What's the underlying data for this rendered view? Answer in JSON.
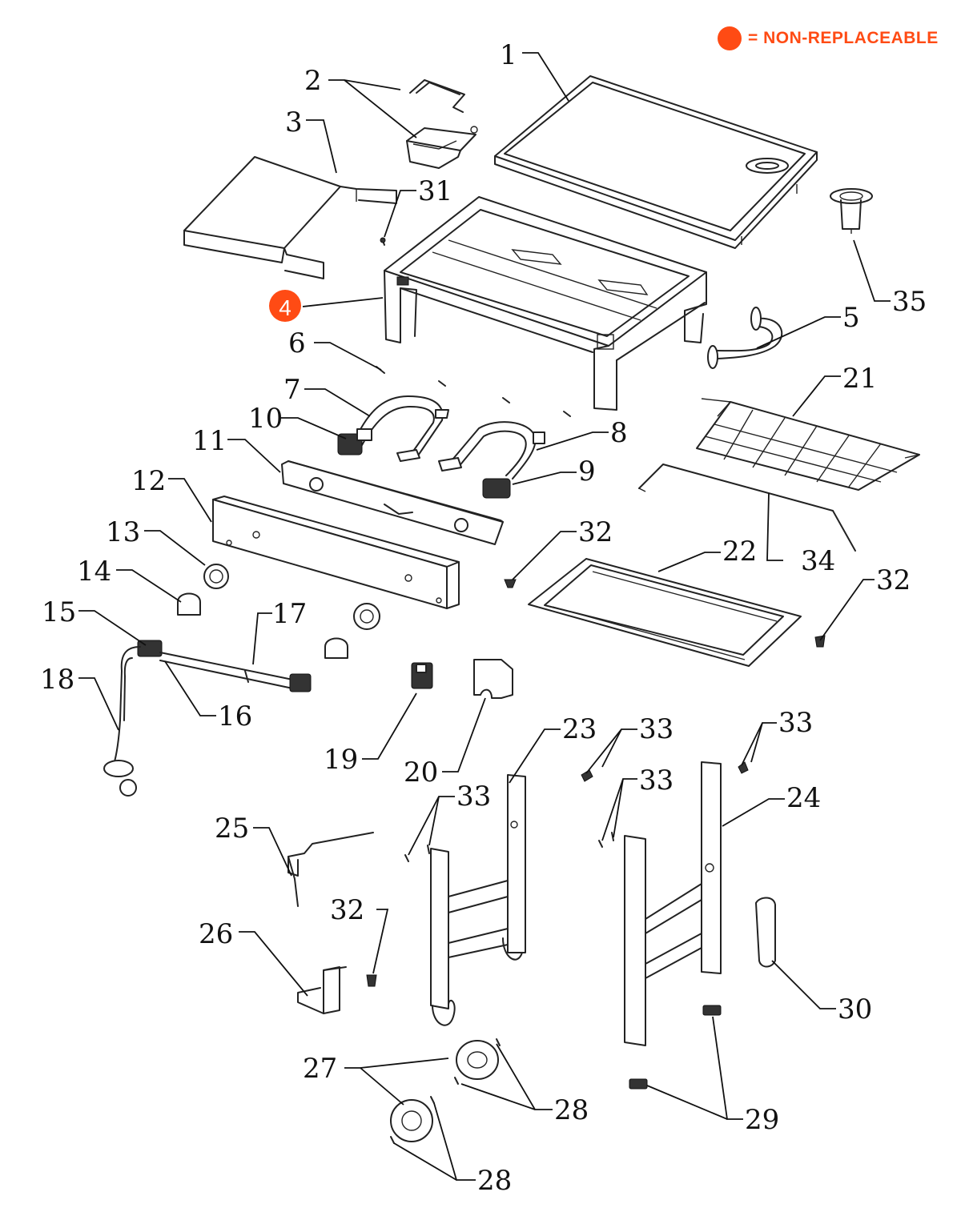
{
  "legend": {
    "text": "= NON-REPLACEABLE",
    "color": "#FF4B14"
  },
  "labels": {
    "p1": "1",
    "p2": "2",
    "p3": "3",
    "p4": "4",
    "p5": "5",
    "p6": "6",
    "p7": "7",
    "p8": "8",
    "p9": "9",
    "p10": "10",
    "p11": "11",
    "p12": "12",
    "p13": "13",
    "p14": "14",
    "p15": "15",
    "p16": "16",
    "p17": "17",
    "p18": "18",
    "p19": "19",
    "p20": "20",
    "p21": "21",
    "p22": "22",
    "p23": "23",
    "p24": "24",
    "p25": "25",
    "p26": "26",
    "p27": "27",
    "p28a": "28",
    "p28b": "28",
    "p29": "29",
    "p30": "30",
    "p31": "31",
    "p32a": "32",
    "p32b": "32",
    "p32c": "32",
    "p33a": "33",
    "p33b": "33",
    "p33c": "33",
    "p33d": "33",
    "p34": "34",
    "p35": "35"
  },
  "non_replaceable_parts": [
    "4"
  ]
}
